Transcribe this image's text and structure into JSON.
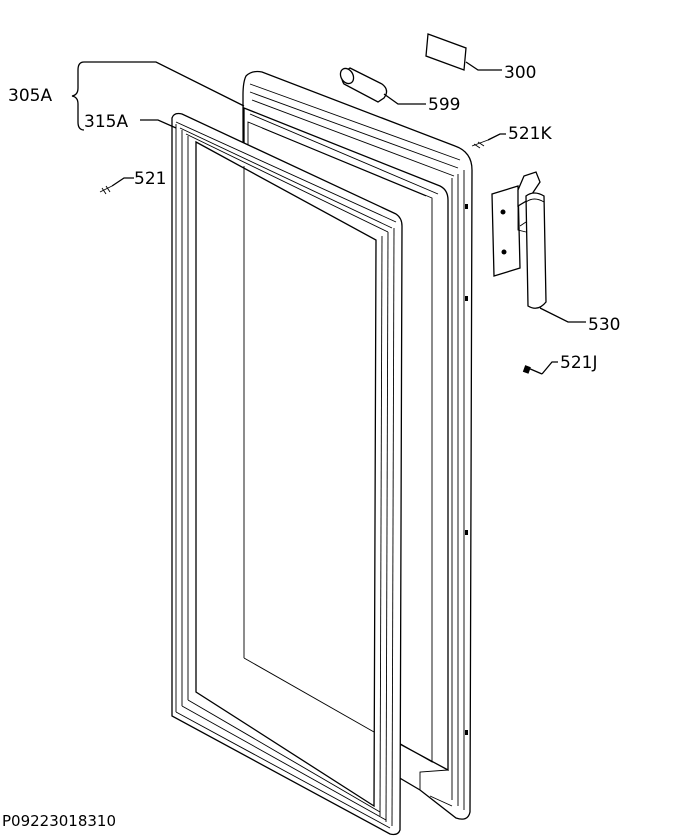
{
  "labels": {
    "p305A": "305A",
    "p315A": "315A",
    "p521": "521",
    "p300": "300",
    "p599": "599",
    "p521K": "521K",
    "p530": "530",
    "p521J": "521J"
  },
  "drawing_code": "P09223018310"
}
